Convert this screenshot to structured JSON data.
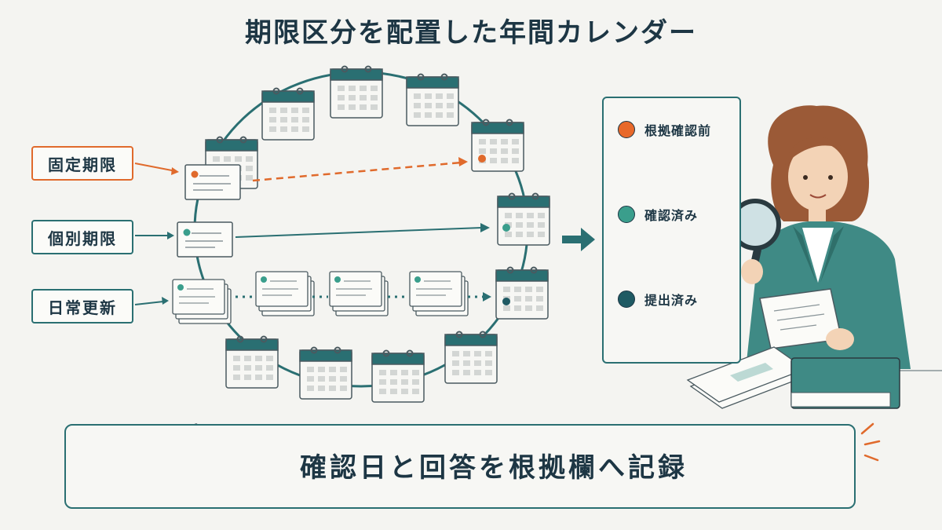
{
  "title": "期限区分を配置した年間カレンダー",
  "categories": [
    {
      "label": "固定期限",
      "color": "#e06a2c"
    },
    {
      "label": "個別期限",
      "color": "#2a6f72"
    },
    {
      "label": "日常更新",
      "color": "#2a6f72"
    }
  ],
  "legend": [
    {
      "label": "根拠確認前",
      "color": "#e8692a"
    },
    {
      "label": "確認済み",
      "color": "#3a9e8c"
    },
    {
      "label": "提出済み",
      "color": "#1f5a63"
    }
  ],
  "bottom_text": "確認日と回答を根拠欄へ記録",
  "colors": {
    "teal": "#2a6f72",
    "dark": "#1d3644",
    "orange": "#e06a2c",
    "paper": "#fbfbf8"
  }
}
